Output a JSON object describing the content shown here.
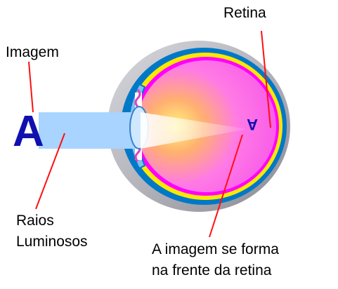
{
  "labels": {
    "retina": "Retina",
    "image": "Imagem",
    "light_rays": [
      "Raios",
      "Luminosos"
    ],
    "image_forms": [
      "A imagem se forma",
      "na frente da retina"
    ]
  },
  "object_letter": "A",
  "formed_image_letter": "A",
  "colors": {
    "letter": "#1010b0",
    "pointer_lines": "#ff1010",
    "retina": "#ff00ff",
    "choroid": "#ffe800",
    "sclera": "#0078c8",
    "eye_outer": "#b8b8c0",
    "light_beam": "#a8d4ff",
    "vitreous_center": "#fff080"
  }
}
